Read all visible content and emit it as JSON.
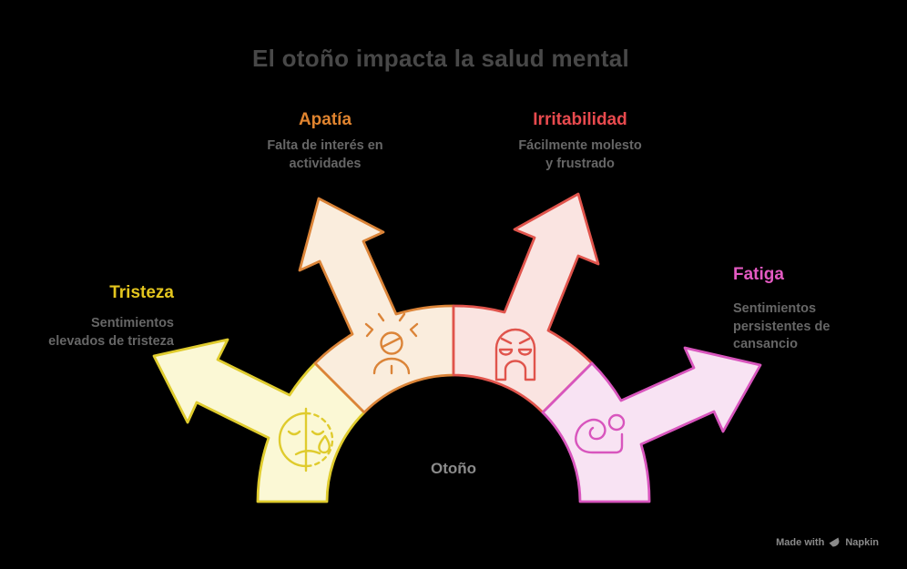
{
  "title": {
    "text": "El otoño impacta la salud mental",
    "color": "#484848"
  },
  "center": {
    "label": "Otoño",
    "color": "#8b8b8b"
  },
  "colors": {
    "background": "#000000",
    "description_text": "#666666"
  },
  "watermark": {
    "prefix": "Made with",
    "brand": "Napkin",
    "color": "#8a8a8a",
    "logo_icon": "napkin-logo-icon"
  },
  "segments": [
    {
      "id": "tristeza",
      "label": "Tristeza",
      "label_color": "#E3C51E",
      "border_color": "#DFCB2D",
      "fill_color": "#FBF8D5",
      "description_lines": [
        "Sentimientos",
        "elevados de tristeza"
      ],
      "icon": "sad-face-tear-icon"
    },
    {
      "id": "apatia",
      "label": "Apatía",
      "label_color": "#E0842F",
      "border_color": "#DB8438",
      "fill_color": "#FAEDDD",
      "description_lines": [
        "Falta de interés en",
        "actividades"
      ],
      "icon": "stressed-person-icon"
    },
    {
      "id": "irritabilidad",
      "label": "Irritabilidad",
      "label_color": "#E84A4E",
      "border_color": "#E0544C",
      "fill_color": "#FAE4E1",
      "description_lines": [
        "Fácilmente molesto",
        "y frustrado"
      ],
      "icon": "angry-face-icon"
    },
    {
      "id": "fatiga",
      "label": "Fatiga",
      "label_color": "#E35AC2",
      "border_color": "#D855BD",
      "fill_color": "#F8E3F3",
      "description_lines": [
        "Sentimientos",
        "persistentes de",
        "cansancio"
      ],
      "icon": "tired-person-icon"
    }
  ]
}
